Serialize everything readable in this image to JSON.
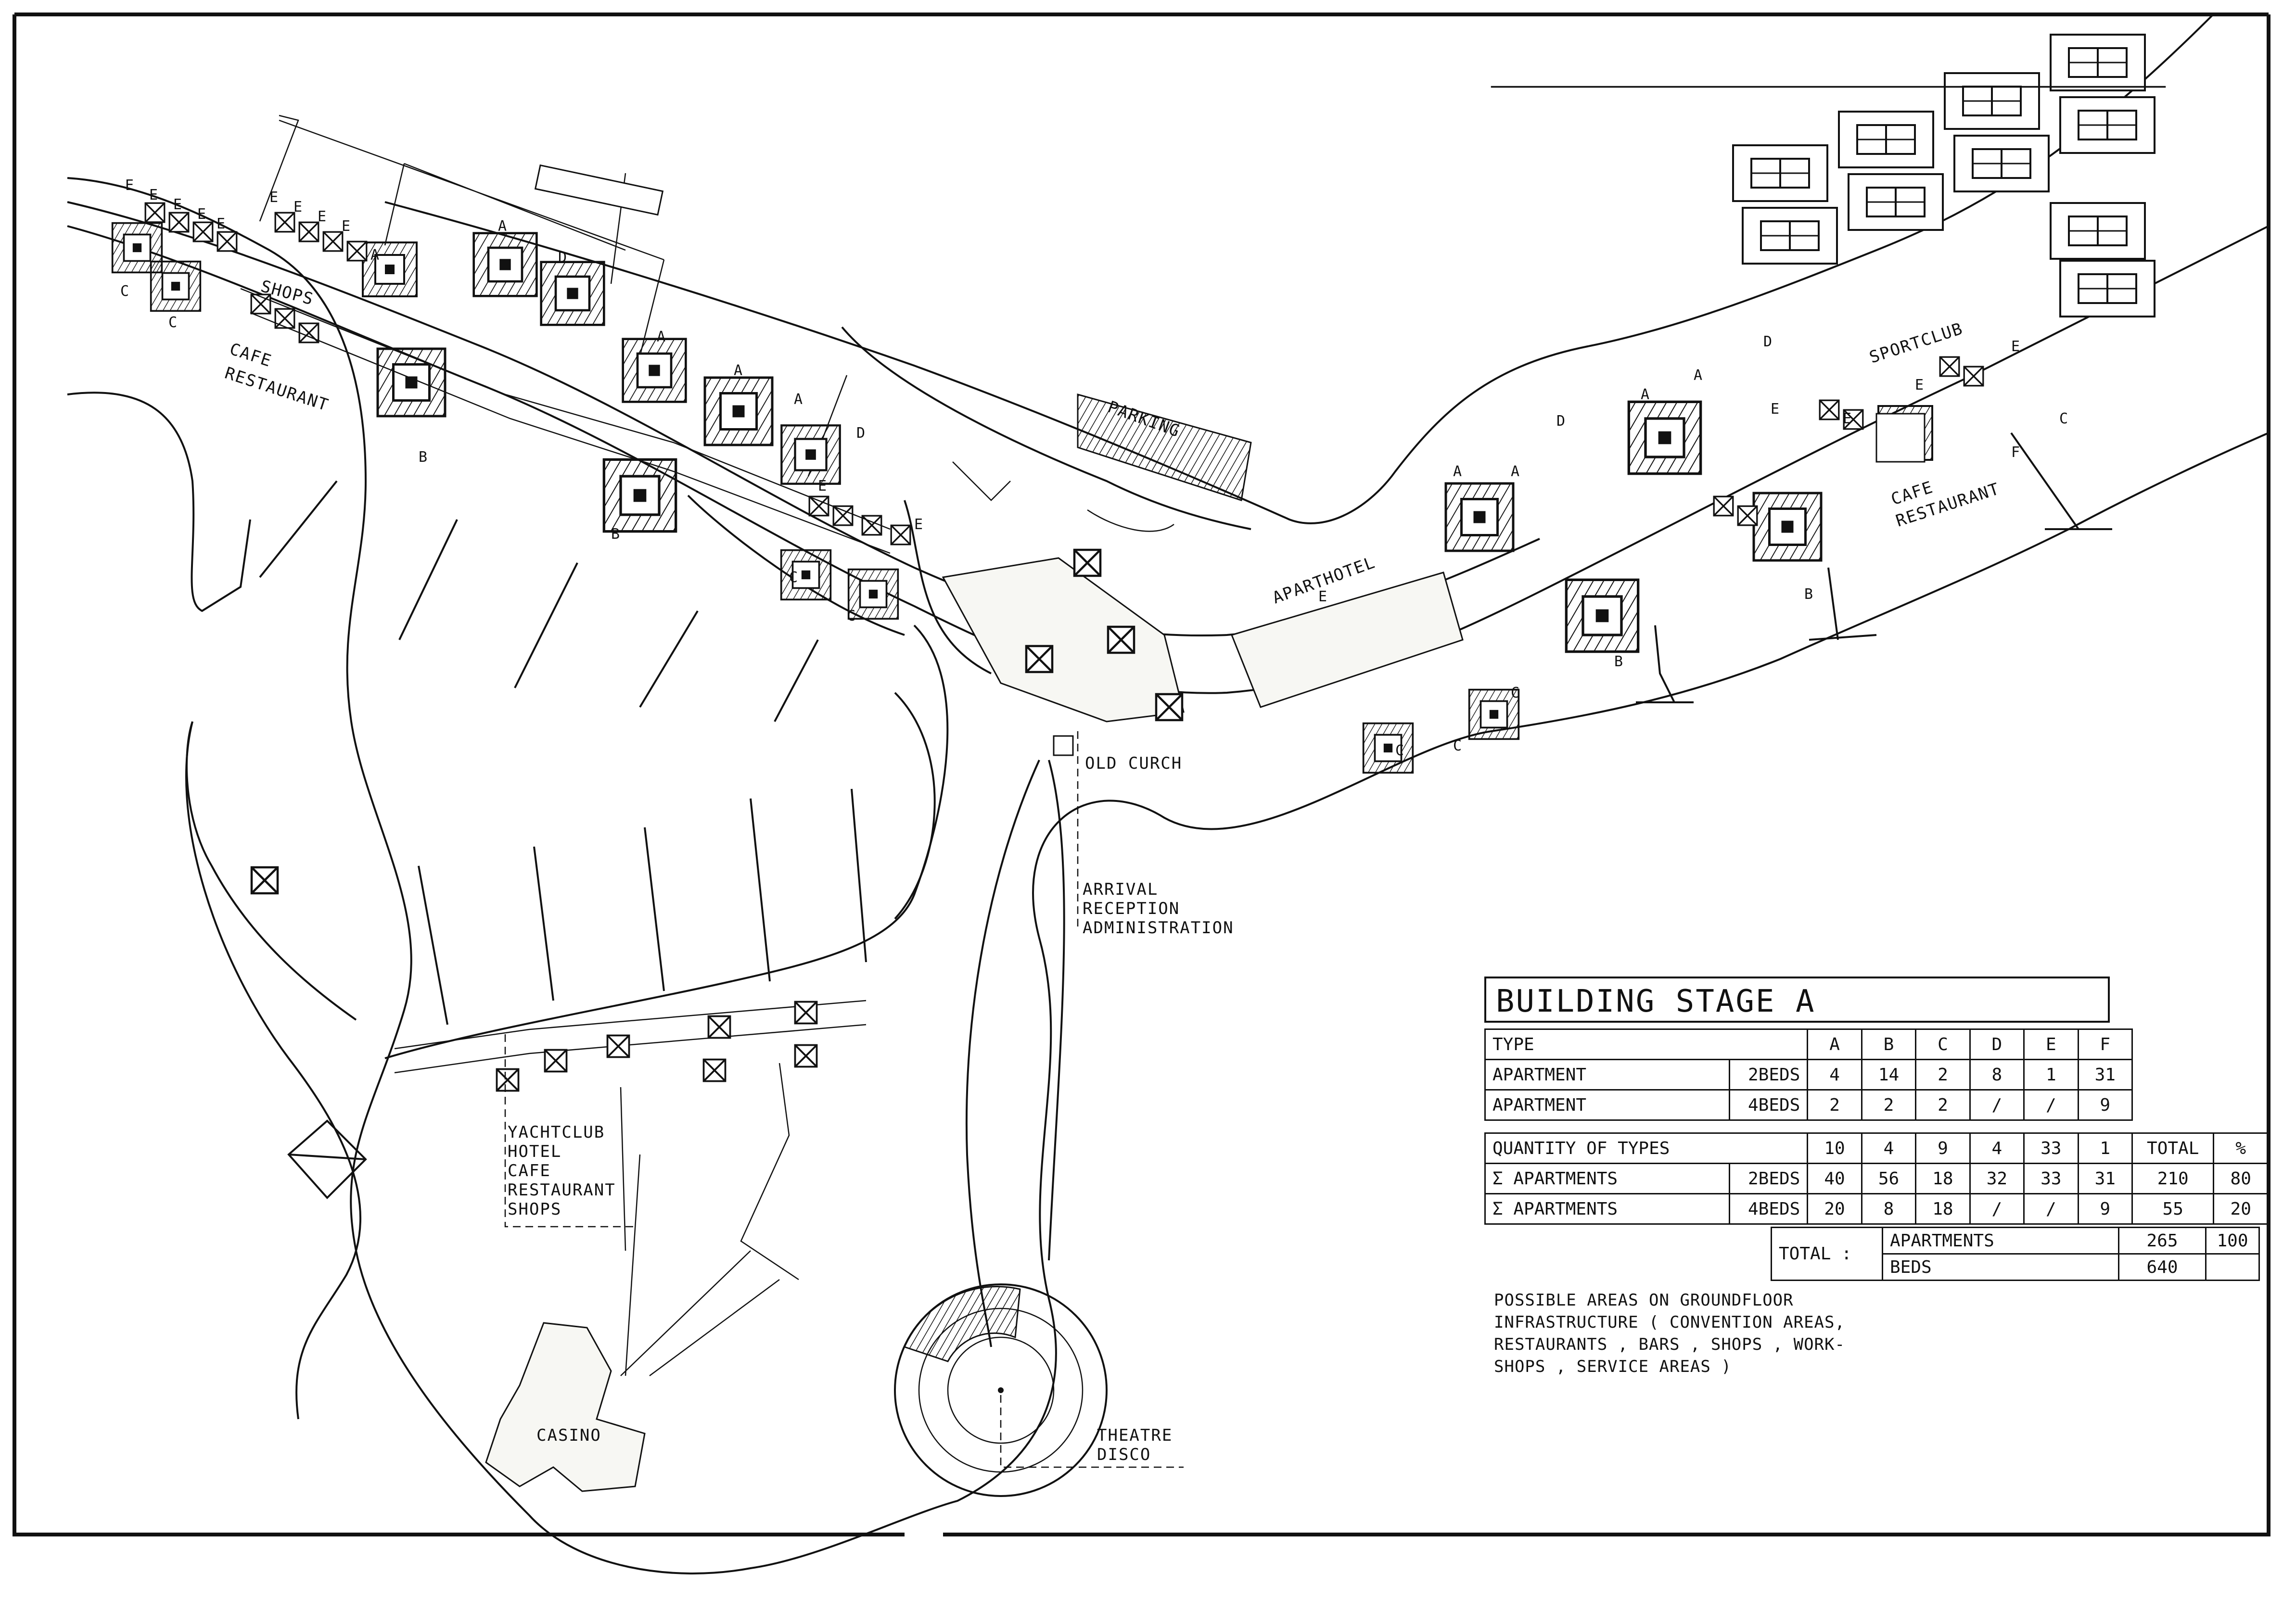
{
  "labels": {
    "shops_north": "SHOPS",
    "cafe_restaurant_west": [
      "CAFE",
      "RESTAURANT"
    ],
    "parking": "PARKING",
    "aparthotel": "APARTHOTEL",
    "sportclub": "SPORTCLUB",
    "cafe_restaurant_east": [
      "CAFE",
      "RESTAURANT"
    ],
    "old_church": "OLD CURCH",
    "arrival": [
      "ARRIVAL",
      "RECEPTION",
      "ADMINISTRATION"
    ],
    "yachtclub": [
      "YACHTCLUB",
      "HOTEL",
      "CAFE",
      "RESTAURANT",
      "SHOPS"
    ],
    "casino": "CASINO",
    "theatre": [
      "THEATRE",
      "DISCO"
    ]
  },
  "building_type_letters": [
    "A",
    "B",
    "C",
    "D",
    "E",
    "F"
  ],
  "table": {
    "title": "BUILDING STAGE  A",
    "header": {
      "label": "TYPE",
      "types": [
        "A",
        "B",
        "C",
        "D",
        "E",
        "F"
      ]
    },
    "apartment_rows": [
      {
        "label": "APARTMENT",
        "beds": "2BEDS",
        "values": [
          "4",
          "14",
          "2",
          "8",
          "1",
          "31"
        ]
      },
      {
        "label": "APARTMENT",
        "beds": "4BEDS",
        "values": [
          "2",
          "2",
          "2",
          "/",
          "/",
          "9"
        ]
      }
    ],
    "quantity_row": {
      "label": "QUANTITY  OF  TYPES",
      "values": [
        "10",
        "4",
        "9",
        "4",
        "33",
        "1"
      ],
      "total_label": "TOTAL",
      "pct_label": "%"
    },
    "sum_rows": [
      {
        "label": "Σ APARTMENTS",
        "beds": "2BEDS",
        "values": [
          "40",
          "56",
          "18",
          "32",
          "33",
          "31"
        ],
        "total": "210",
        "pct": "80"
      },
      {
        "label": "Σ APARTMENTS",
        "beds": "4BEDS",
        "values": [
          "20",
          "8",
          "18",
          "/",
          "/",
          "9"
        ],
        "total": "55",
        "pct": "20"
      }
    ],
    "totals": {
      "label": "TOTAL :",
      "rows": [
        {
          "label": "APARTMENTS",
          "value": "265",
          "pct": "100"
        },
        {
          "label": "BEDS",
          "value": "640",
          "pct": ""
        }
      ]
    }
  },
  "notes": "POSSIBLE AREAS ON GROUNDFLOOR\nINFRASTRUCTURE ( CONVENTION AREAS,\nRESTAURANTS , BARS , SHOPS , WORK-\nSHOPS , SERVICE AREAS )"
}
